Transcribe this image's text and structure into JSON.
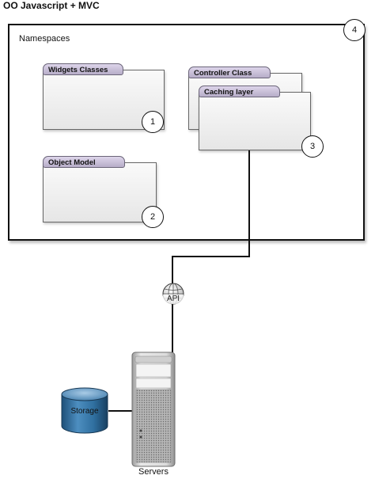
{
  "title": "OO Javascript + MVC",
  "namespaces": {
    "label": "Namespaces",
    "number": "4"
  },
  "components": {
    "widgets": {
      "label": "Widgets Classes",
      "number": "1"
    },
    "object_model": {
      "label": "Object Model",
      "number": "2"
    },
    "controller": {
      "label": "Controller Class"
    },
    "caching": {
      "label": "Caching layer",
      "number": "3"
    }
  },
  "api": {
    "label": "API",
    "icon": "globe-icon"
  },
  "servers": {
    "label": "Servers",
    "icon": "server-tower-icon"
  },
  "storage": {
    "label": "Storage",
    "icon": "database-cylinder-icon",
    "color": "#2f6f9f"
  },
  "colors": {
    "tab_fill": "#c9c0d8",
    "box_fill": "#ececec",
    "line": "#111111"
  }
}
